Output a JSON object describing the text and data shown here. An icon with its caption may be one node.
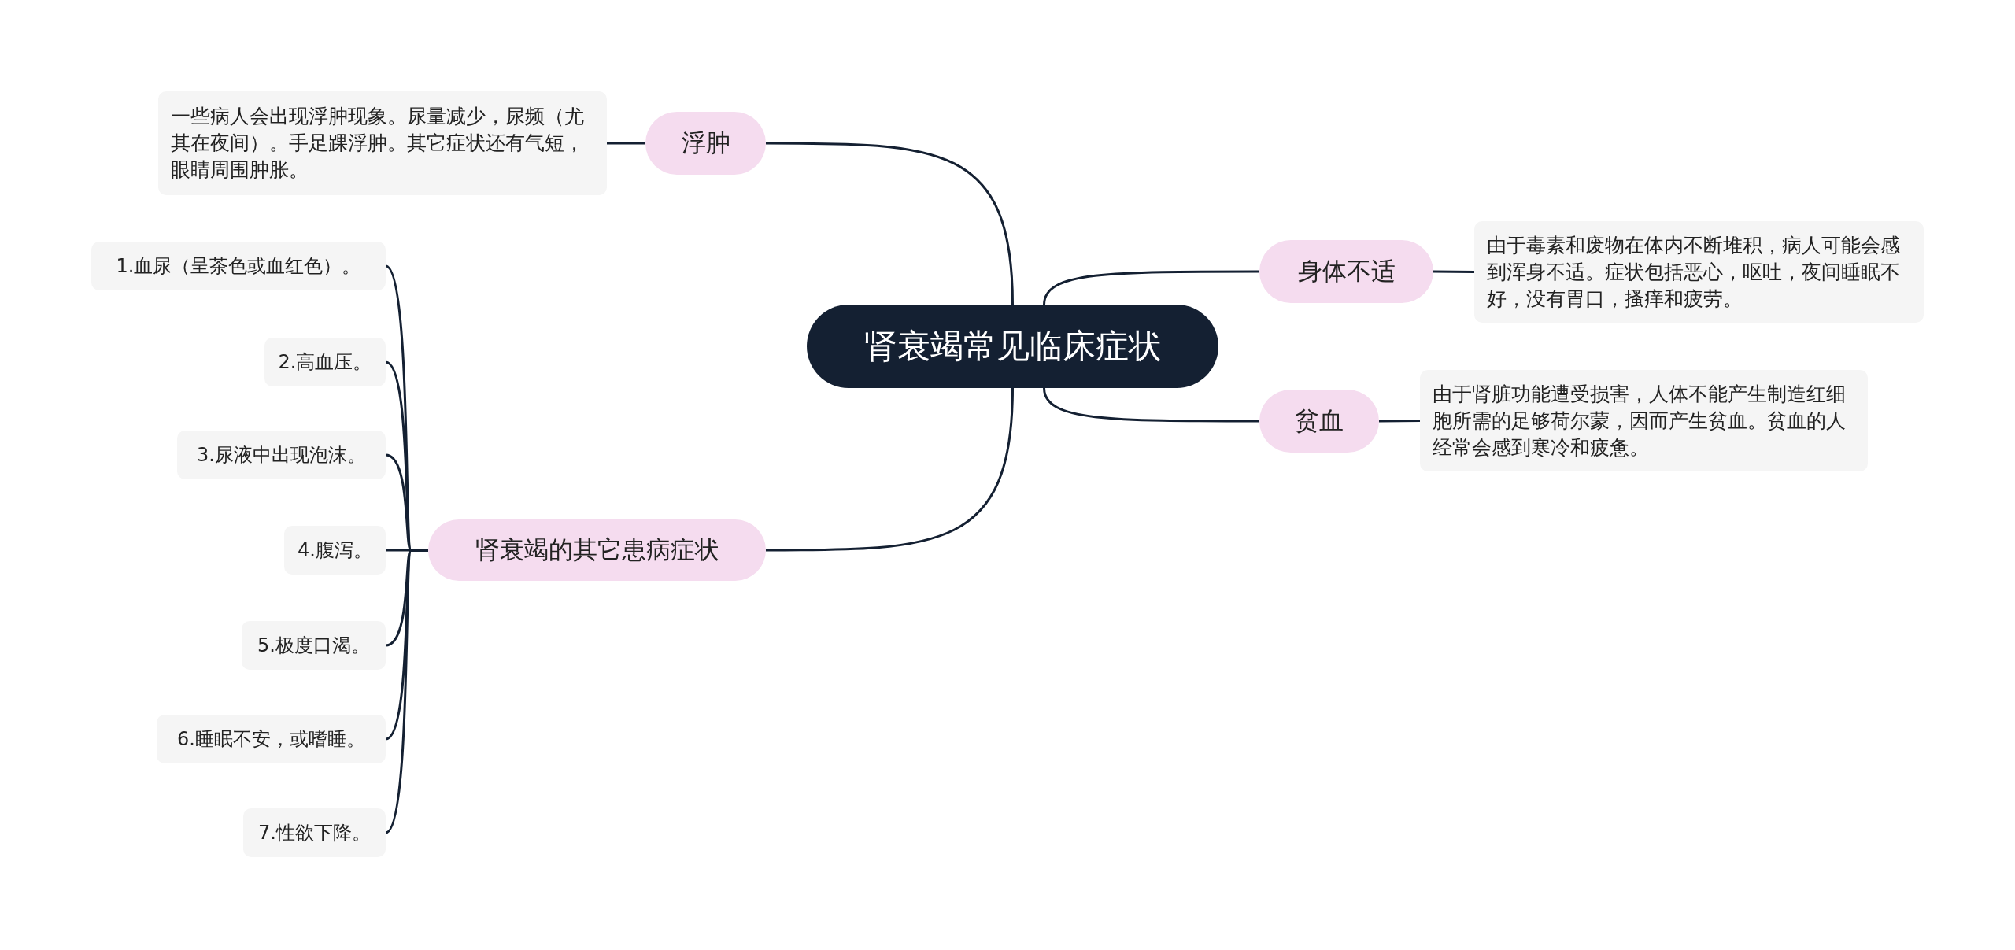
{
  "diagram": {
    "nodes": [
      {
        "text": [
          "肾衰竭常见临床症状"
        ]
      },
      {
        "text": [
          "浮肿"
        ]
      },
      {
        "text": [
          "一些病人会出现浮肿现象。尿量减少，尿频（尤其在夜间）。手足踝浮肿。其它症状还有气短，眼睛周围肿胀。"
        ]
      },
      {
        "text": [
          "身体不适"
        ]
      },
      {
        "text": [
          "由于毒素和废物在体内不断堆积，病人可能会感到浑身不适。症状包括恶心，呕吐，夜间睡眠不好，没有胃口，搔痒和疲劳。"
        ]
      },
      {
        "text": [
          "贫血"
        ]
      },
      {
        "text": [
          "由于肾脏功能遭受损害，人体不能产生制造红细胞所需的足够荷尔蒙，因而产生贫血。贫血的人经常会感到寒冷和疲惫。"
        ]
      },
      {
        "text": [
          "肾衰竭的其它患病症状"
        ]
      },
      {
        "text": [
          "1.血尿（呈茶色或血红色）。"
        ]
      },
      {
        "text": [
          "2.高血压。"
        ]
      },
      {
        "text": [
          "3.尿液中出现泡沫。"
        ]
      },
      {
        "text": [
          "4.腹泻。"
        ]
      },
      {
        "text": [
          "5.极度口渴。"
        ]
      },
      {
        "text": [
          "6.睡眠不安，或嗜睡。"
        ]
      },
      {
        "text": [
          "7.性欲下降。"
        ]
      }
    ],
    "edges": [
      {
        "from": 0,
        "to": 1,
        "arrow": "none"
      },
      {
        "from": 1,
        "to": 2,
        "arrow": "none"
      },
      {
        "from": 0,
        "to": 3,
        "arrow": "none"
      },
      {
        "from": 3,
        "to": 4,
        "arrow": "none"
      },
      {
        "from": 0,
        "to": 5,
        "arrow": "none"
      },
      {
        "from": 5,
        "to": 6,
        "arrow": "none"
      },
      {
        "from": 0,
        "to": 7,
        "arrow": "none"
      },
      {
        "from": 7,
        "to": 8,
        "arrow": "none"
      },
      {
        "from": 7,
        "to": 9,
        "arrow": "none"
      },
      {
        "from": 7,
        "to": 10,
        "arrow": "none"
      },
      {
        "from": 7,
        "to": 11,
        "arrow": "none"
      },
      {
        "from": 7,
        "to": 12,
        "arrow": "none"
      },
      {
        "from": 7,
        "to": 13,
        "arrow": "none"
      },
      {
        "from": 7,
        "to": 14,
        "arrow": "none"
      }
    ]
  }
}
